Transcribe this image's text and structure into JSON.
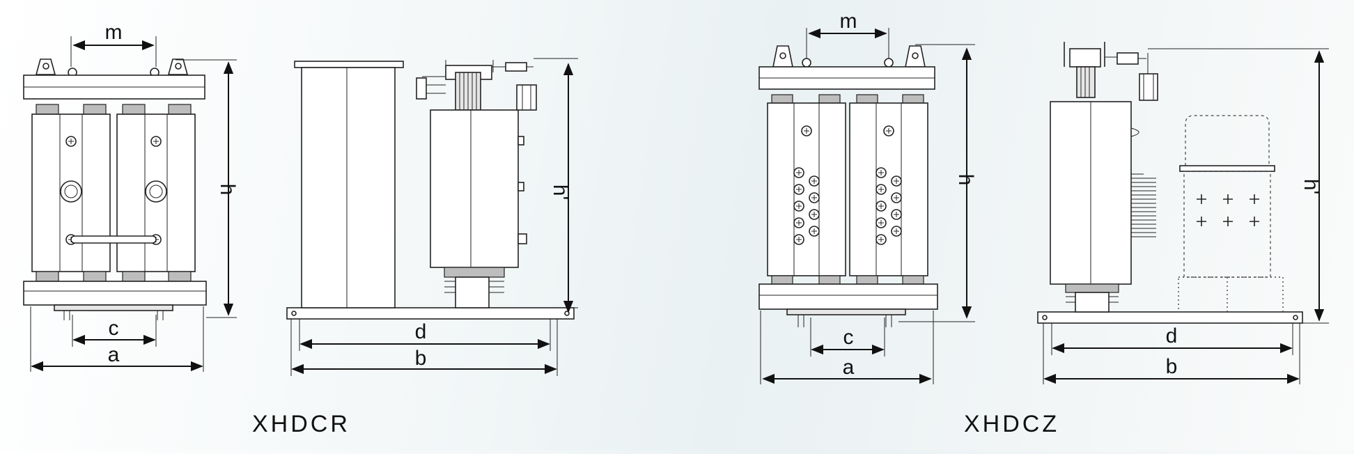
{
  "left_diagram": {
    "model": "XHDCR",
    "front_view": {
      "dim_top": "m",
      "dim_height": "h",
      "dim_inner": "c",
      "dim_width": "a"
    },
    "side_view": {
      "dim_height": "h'",
      "dim_inner": "d",
      "dim_width": "b"
    }
  },
  "right_diagram": {
    "model": "XHDCZ",
    "front_view": {
      "dim_top": "m",
      "dim_height": "h",
      "dim_inner": "c",
      "dim_width": "a"
    },
    "side_view": {
      "dim_height": "h'",
      "dim_inner": "d",
      "dim_width": "b"
    }
  }
}
